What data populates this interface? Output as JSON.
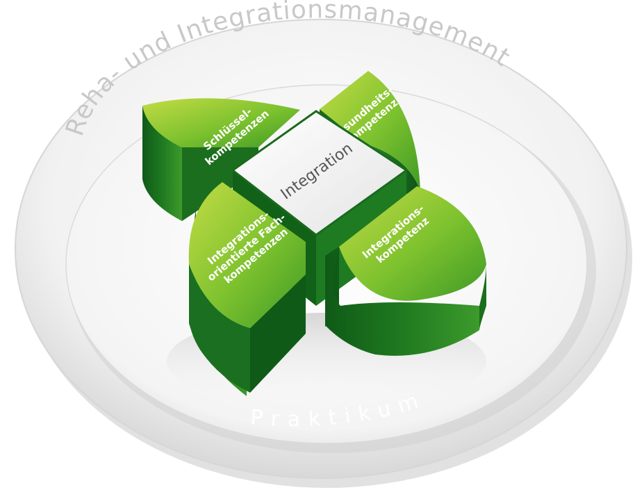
{
  "outer_ring": {
    "arc_text": "Reha- und Integrationsmanagement",
    "bottom_text": "Praktikum"
  },
  "center": {
    "label": "Integration"
  },
  "segments": [
    {
      "id": "schluessel",
      "lines": [
        "Schlüssel-",
        "kompetenzen"
      ]
    },
    {
      "id": "gesundheit",
      "lines": [
        "Gesundheits-",
        "kompetenz"
      ]
    },
    {
      "id": "fach",
      "lines": [
        "Integrations-",
        "orientierte Fach-",
        "kompetenzen"
      ]
    },
    {
      "id": "integration",
      "lines": [
        "Integrations-",
        "kompetenz"
      ]
    }
  ],
  "colors": {
    "green_light": "#b6d43a",
    "green_mid": "#5fb22a",
    "green_dark": "#1f7a1f",
    "green_darkest": "#0f5a17",
    "ring_light": "#f2f2f2",
    "ring_shadow": "#cfcfcf"
  }
}
